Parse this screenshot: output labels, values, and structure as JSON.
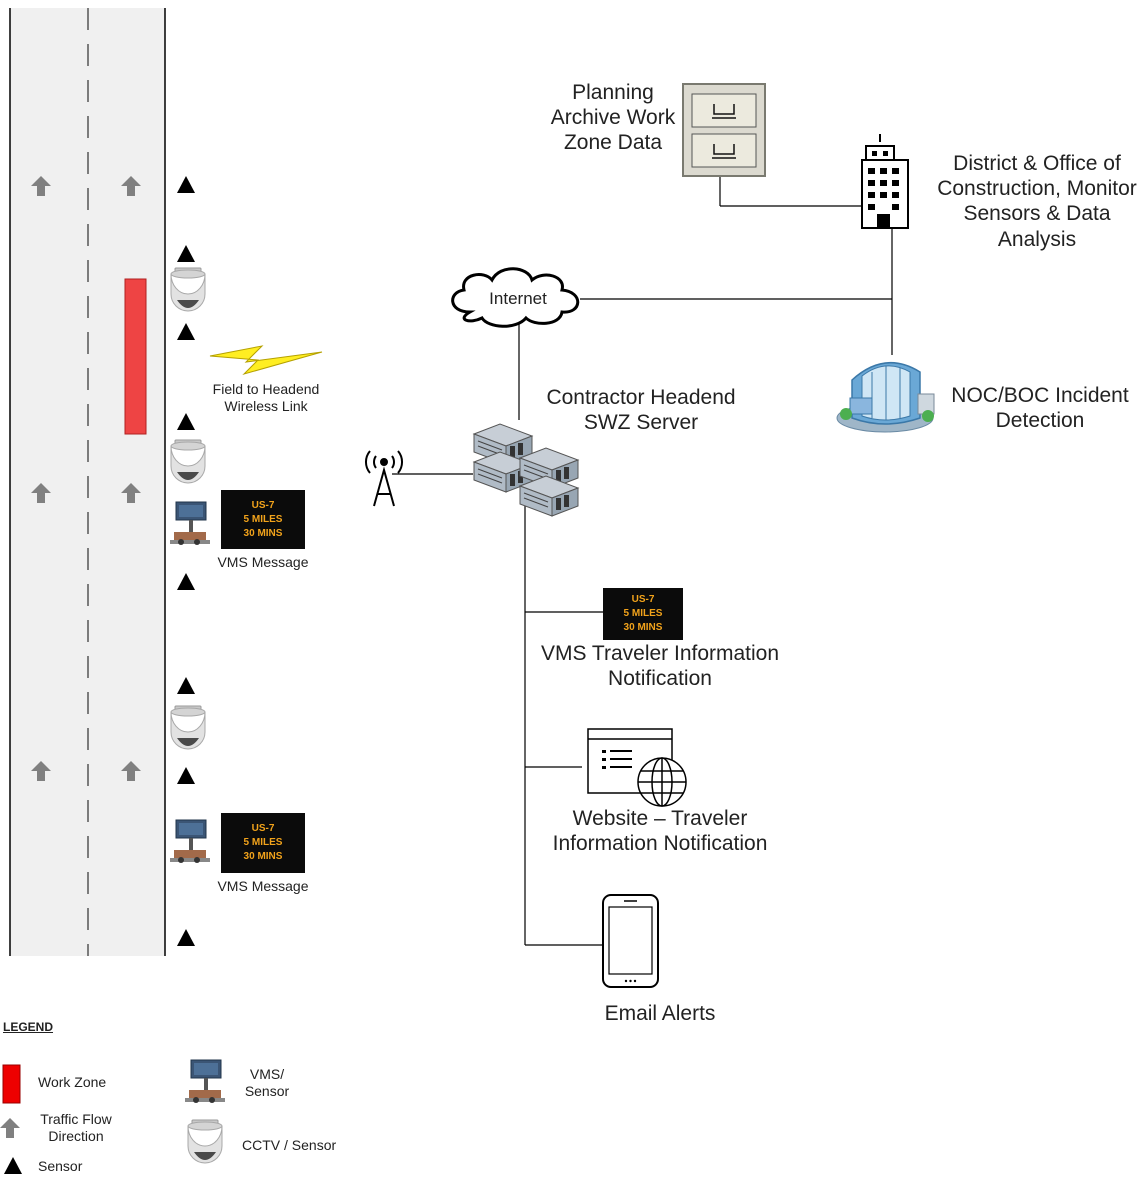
{
  "labels": {
    "planning": "Planning Archive Work Zone Data",
    "district": "District & Office of Construction, Monitor Sensors & Data Analysis",
    "internet": "Internet",
    "noc": "NOC/BOC Incident Detection",
    "headend": "Contractor Headend SWZ Server",
    "wireless": "Field to Headend Wireless Link",
    "vms_message_1": "VMS Message",
    "vms_message_2": "VMS Message",
    "vms_traveler": "VMS Traveler Information Notification",
    "website": "Website – Traveler Information Notification",
    "email": "Email Alerts"
  },
  "vms_sign": {
    "line1": "US-7",
    "line2": "5 MILES",
    "line3": "30 MINS"
  },
  "legend": {
    "title": "LEGEND",
    "work_zone": "Work Zone",
    "traffic_flow": "Traffic Flow Direction",
    "sensor": "Sensor",
    "vms_sensor": "VMS/ Sensor",
    "cctv_sensor": "CCTV / Sensor"
  },
  "colors": {
    "road": "#f0f0f0",
    "work_zone": "#ee4444",
    "arrow": "#808080",
    "sign_text": "#f2a31b",
    "lightning": "#ffee22"
  },
  "icons": [
    "file-cabinet-icon",
    "office-building-icon",
    "cloud-icon",
    "noc-building-icon",
    "server-rack-icon",
    "antenna-icon",
    "website-globe-icon",
    "smartphone-icon",
    "cctv-camera-icon",
    "vms-trailer-icon",
    "sensor-triangle-icon",
    "lightning-bolt-icon",
    "traffic-arrow-icon"
  ]
}
